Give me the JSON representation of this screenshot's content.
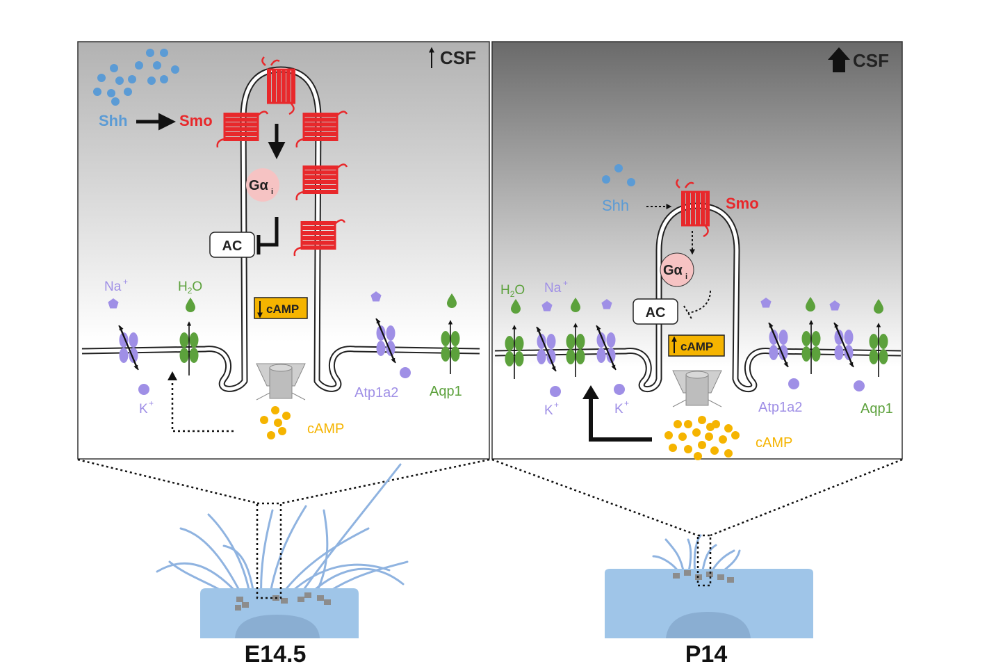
{
  "left_panel": {
    "csf_label": "CSF",
    "shh": "Shh",
    "smo": "Smo",
    "gai_main": "Gα",
    "gai_sub": "i",
    "ac": "AC",
    "camp_box": "cAMP",
    "camp_pool": "cAMP",
    "na": "Na",
    "na_sup": "+",
    "k": "K",
    "k_sup": "+",
    "h2o_h": "H",
    "h2o_sub": "2",
    "h2o_o": "O",
    "atp": "Atp1a2",
    "aqp": "Aqp1",
    "stage": "E14.5"
  },
  "right_panel": {
    "csf_label": "CSF",
    "shh": "Shh",
    "smo": "Smo",
    "gai_main": "Gα",
    "gai_sub": "i",
    "ac": "AC",
    "camp_box": "cAMP",
    "camp_pool": "cAMP",
    "na": "Na",
    "na_sup": "+",
    "k1": "K",
    "k2": "K",
    "k_sup": "+",
    "h2o_h": "H",
    "h2o_sub": "2",
    "h2o_o": "O",
    "atp": "Atp1a2",
    "aqp": "Aqp1",
    "stage": "P14"
  },
  "colors": {
    "shh": "#5B9BD5",
    "smo": "#E8282B",
    "ion_pump": "#9F8FE6",
    "aqp": "#5CA13C",
    "camp": "#F5B400",
    "tissue": "#9FC5E8"
  }
}
